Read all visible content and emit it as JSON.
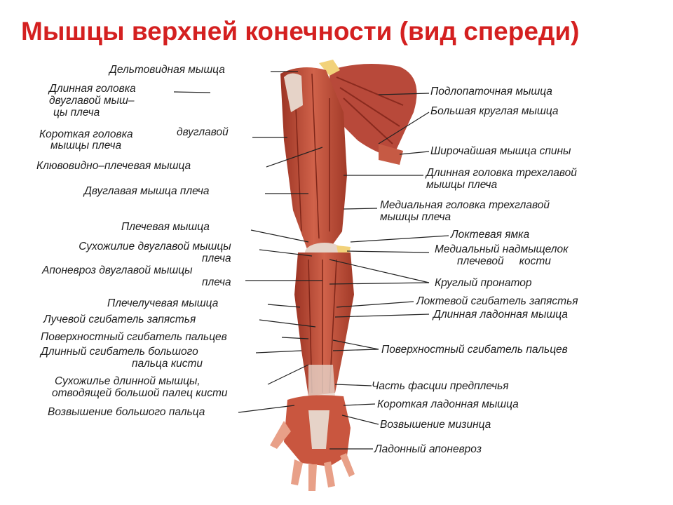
{
  "title": "Мышцы верхней конечности (вид спереди)",
  "colors": {
    "title": "#d42020",
    "muscle": "#b5432f",
    "muscle_light": "#d46a52",
    "tendon": "#e6d3c8",
    "skin": "#e8a088",
    "bone": "#f2d27a"
  },
  "labels_left": {
    "deltoid": "Дельтовидная мышца",
    "biceps_long_1": "Длинная головка",
    "biceps_long_2": "двуглавой мыш–",
    "biceps_long_3": "цы плеча",
    "biceps_short_1": "Короткая головка",
    "biceps_short_1b": "двуглавой",
    "biceps_short_2": "мышцы плеча",
    "coracobrachialis": "Клювовидно–плечевая мышца",
    "biceps": "Двуглавая мышца плеча",
    "brachialis": "Плечевая мышца",
    "biceps_tendon_1": "Сухожилие двуглавой мышцы",
    "biceps_tendon_2": "плеча",
    "aponeurosis_1": "Апоневроз двуглавой мышцы",
    "aponeurosis_2": "плеча",
    "brachioradialis": "Плечелучевая мышца",
    "fcr": "Лучевой сгибатель запястья",
    "fds": "Поверхностный сгибатель пальцев",
    "fpl_1": "Длинный сгибатель большого",
    "fpl_2": "пальца кисти",
    "apl_1": "Сухожилье длинной мышцы,",
    "apl_2": "отводящей большой палец кисти",
    "thenar": "Возвышение большого пальца"
  },
  "labels_right": {
    "subscapularis": "Подлопаточная мышца",
    "teres_major": "Большая круглая мышца",
    "latissimus": "Широчайшая мышца спины",
    "triceps_long_1": "Длинная головка трехглавой",
    "triceps_long_2": "мышцы плеча",
    "triceps_medial_1": "Медиальная головка трехглавой",
    "triceps_medial_2": "мышцы плеча",
    "cubital_fossa": "Локтевая ямка",
    "epicondyle_1": "Медиальный надмыщелок",
    "epicondyle_2": "плечевой",
    "epicondyle_3": "кости",
    "pronator": "Круглый пронатор",
    "fcu": "Локтевой сгибатель запястья",
    "palmaris_longus": "Длинная ладонная мышца",
    "fds": "Поверхностный сгибатель пальцев",
    "fascia": "Часть фасции предплечья",
    "palmaris_brevis": "Короткая ладонная мышца",
    "hypothenar": "Возвышение мизинца",
    "palmar_aponeurosis": "Ладонный апоневроз"
  }
}
